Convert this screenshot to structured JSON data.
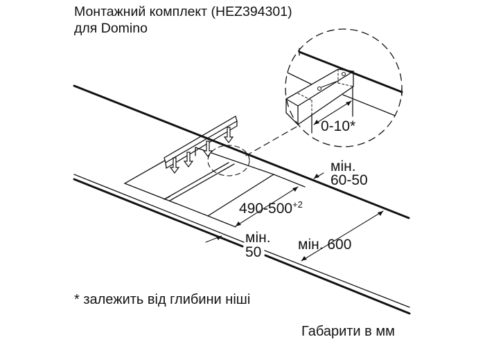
{
  "title": {
    "line1": "Монтажний комплект (HEZ394301)",
    "line2": "для Domino"
  },
  "dimensions": {
    "detail_gap": "0-10*",
    "back_min_label": "мін.",
    "back_min_value": "60-50",
    "cutout_depth": "490-500",
    "cutout_depth_tolerance": "+2",
    "front_min_label": "мін.",
    "front_min_value": "50",
    "counter_depth": "мін. 600"
  },
  "footnote": "* залежить від глибини ніші",
  "units_note": "Габарити в мм",
  "colors": {
    "line": "#111111",
    "background": "#ffffff"
  }
}
